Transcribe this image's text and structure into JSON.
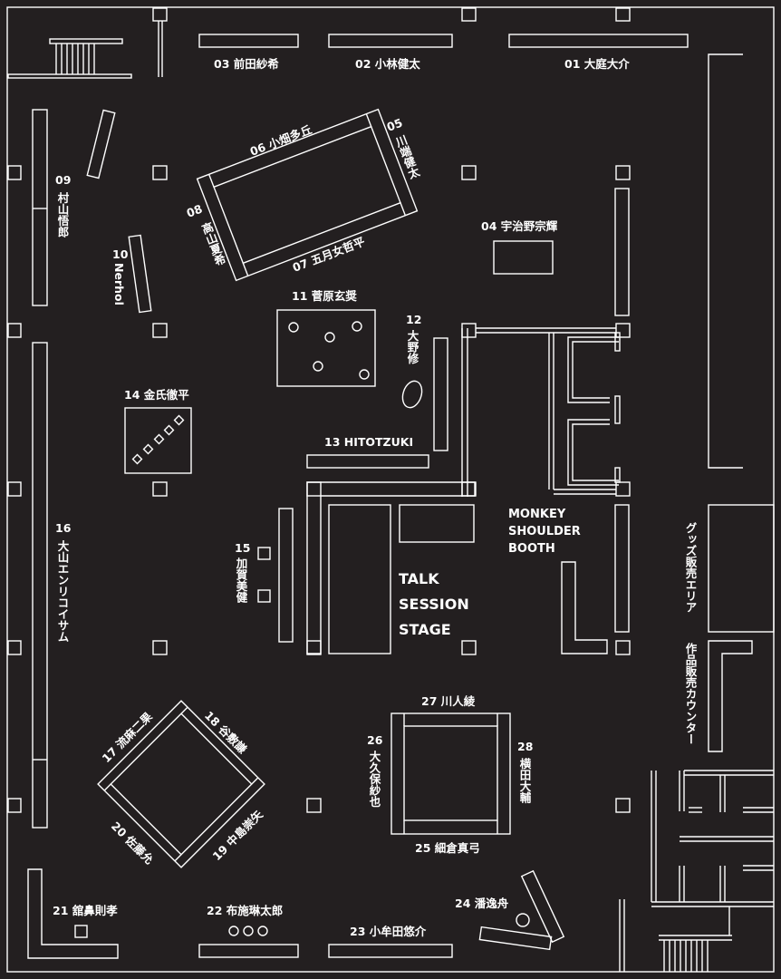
{
  "colors": {
    "background": "#231f20",
    "line": "#ffffff"
  },
  "booths": [
    {
      "id": "01",
      "name": "大庭大介"
    },
    {
      "id": "02",
      "name": "小林健太"
    },
    {
      "id": "03",
      "name": "前田紗希"
    },
    {
      "id": "04",
      "name": "宇治野宗輝"
    },
    {
      "id": "05",
      "name": "川端健太"
    },
    {
      "id": "06",
      "name": "小畑多丘"
    },
    {
      "id": "07",
      "name": "五月女哲平"
    },
    {
      "id": "08",
      "name": "高山夏希"
    },
    {
      "id": "09",
      "name": "村山悟郎"
    },
    {
      "id": "10",
      "name": "Nerhol"
    },
    {
      "id": "11",
      "name": "菅原玄奨"
    },
    {
      "id": "12",
      "name": "大野修"
    },
    {
      "id": "13",
      "name": "HITOTZUKI"
    },
    {
      "id": "14",
      "name": "金氏徹平"
    },
    {
      "id": "15",
      "name": "加賀美健"
    },
    {
      "id": "16",
      "name": "大山エンリコイサム"
    },
    {
      "id": "17",
      "name": "流麻二果"
    },
    {
      "id": "18",
      "name": "谷敷謙"
    },
    {
      "id": "19",
      "name": "中島崇矢"
    },
    {
      "id": "20",
      "name": "佐藤允"
    },
    {
      "id": "21",
      "name": "舘鼻則孝"
    },
    {
      "id": "22",
      "name": "布施琳太郎"
    },
    {
      "id": "23",
      "name": "小牟田悠介"
    },
    {
      "id": "24",
      "name": "潘逸舟"
    },
    {
      "id": "25",
      "name": "細倉真弓"
    },
    {
      "id": "26",
      "name": "大久保紗也"
    },
    {
      "id": "27",
      "name": "川人綾"
    },
    {
      "id": "28",
      "name": "横田大輔"
    }
  ],
  "areas": {
    "stage": [
      "TALK",
      "SESSION",
      "STAGE"
    ],
    "booth": [
      "MONKEY",
      "SHOULDER",
      "BOOTH"
    ],
    "goods": "グッズ販売エリア",
    "counter": "作品販売カウンター"
  }
}
